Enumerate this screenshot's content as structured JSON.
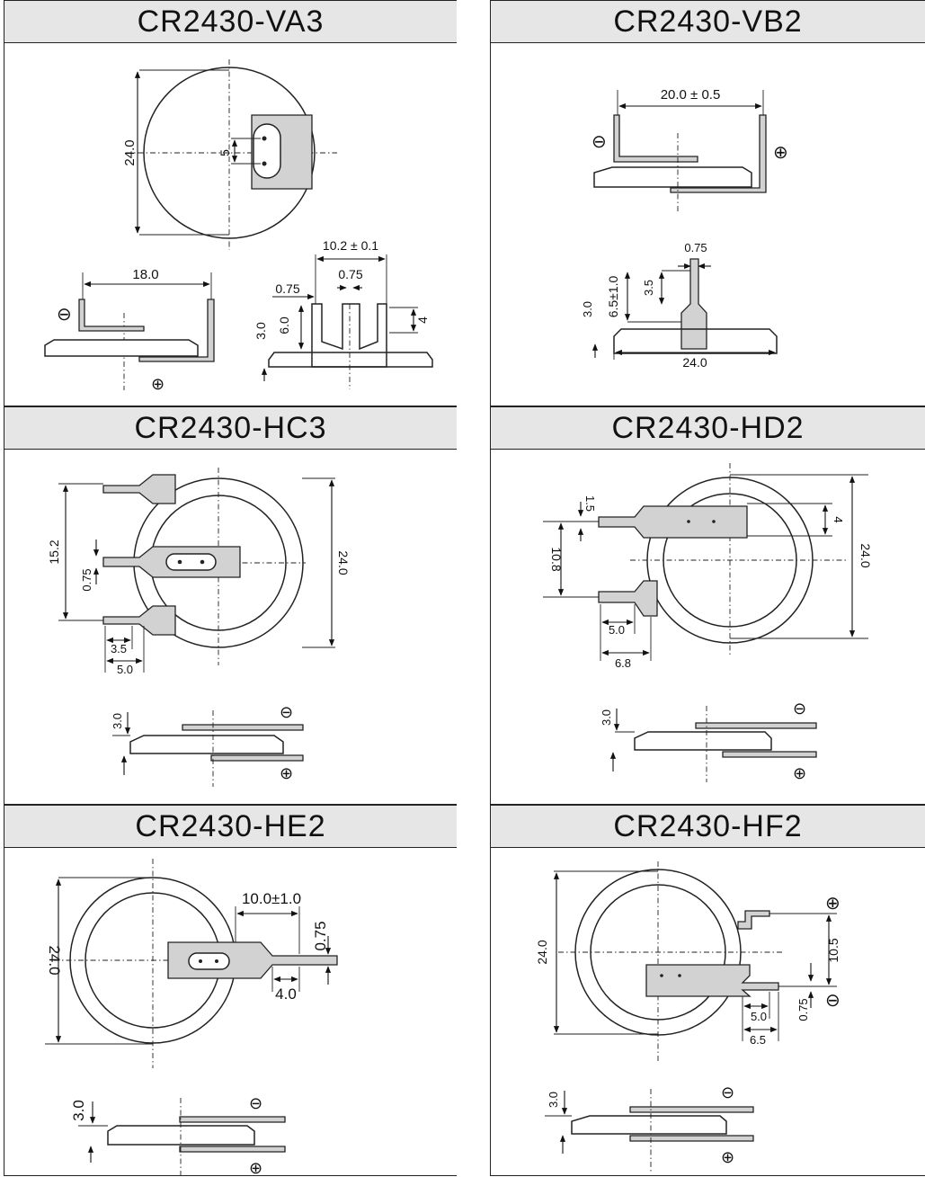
{
  "panels": [
    {
      "title": "CR2430-VA3",
      "dims": {
        "dia": "24.0",
        "pin": "5",
        "width": "18.0",
        "pitch": "10.2 ± 0.1",
        "pin_w": "0.75",
        "pin_w2": "0.75",
        "h1": "3.0",
        "h2": "6.0",
        "h3": "4"
      }
    },
    {
      "title": "CR2430-VB2",
      "dims": {
        "width": "20.0 ± 0.5",
        "pin_w": "0.75",
        "h_tol": "6.5±1.0",
        "h1": "3.5",
        "h2": "3.0",
        "dia": "24.0"
      }
    },
    {
      "title": "CR2430-HC3",
      "dims": {
        "dia": "24.0",
        "span": "15.2",
        "tab_w": "0.75",
        "off1": "3.5",
        "off2": "5.0",
        "h": "3.0"
      }
    },
    {
      "title": "CR2430-HD2",
      "dims": {
        "tab_w": "1.5",
        "span": "10.8",
        "off1": "5.0",
        "off2": "6.8",
        "w4": "4",
        "dia": "24.0",
        "h": "3.0"
      }
    },
    {
      "title": "CR2430-HE2",
      "dims": {
        "dia": "24.0",
        "len": "10.0±1.0",
        "tab_w": "0.75",
        "off": "4.0",
        "h": "3.0"
      }
    },
    {
      "title": "CR2430-HF2",
      "dims": {
        "dia": "24.0",
        "span": "10.5",
        "tab_w": "0.75",
        "off1": "5.0",
        "off2": "6.5",
        "h": "3.0"
      }
    }
  ],
  "symbols": {
    "neg": "⊖",
    "pos": "⊕"
  }
}
